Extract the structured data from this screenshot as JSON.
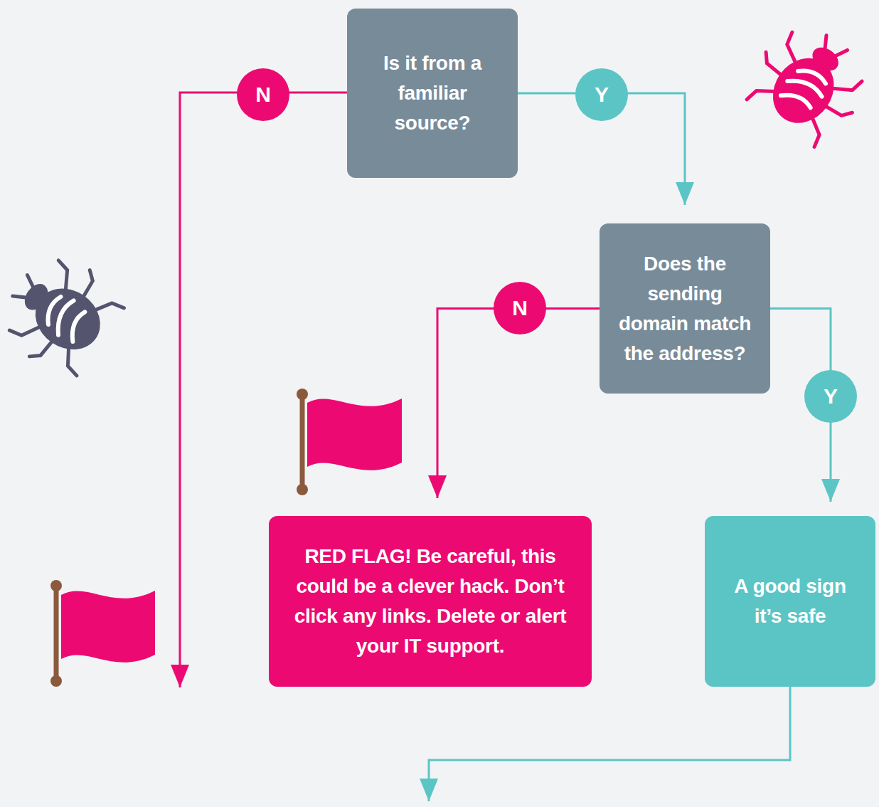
{
  "diagram": {
    "nodes": [
      {
        "text": [
          "Is it from a familiar source?"
        ]
      },
      {
        "text": [
          "Does the sending domain match the address?"
        ]
      },
      {
        "text": [
          "RED FLAG! Be careful, this could be a clever hack. Don’t click any links. Delete or alert your IT support."
        ]
      },
      {
        "text": [
          "A good sign it’s safe"
        ]
      }
    ],
    "edges": [
      {
        "from": 0,
        "to": 1,
        "label": "Y",
        "arrow": "to"
      },
      {
        "from": 1,
        "to": 2,
        "label": "N",
        "arrow": "to"
      },
      {
        "from": 1,
        "to": 3,
        "label": "Y",
        "arrow": "to"
      }
    ],
    "labels": [
      "N"
    ]
  }
}
